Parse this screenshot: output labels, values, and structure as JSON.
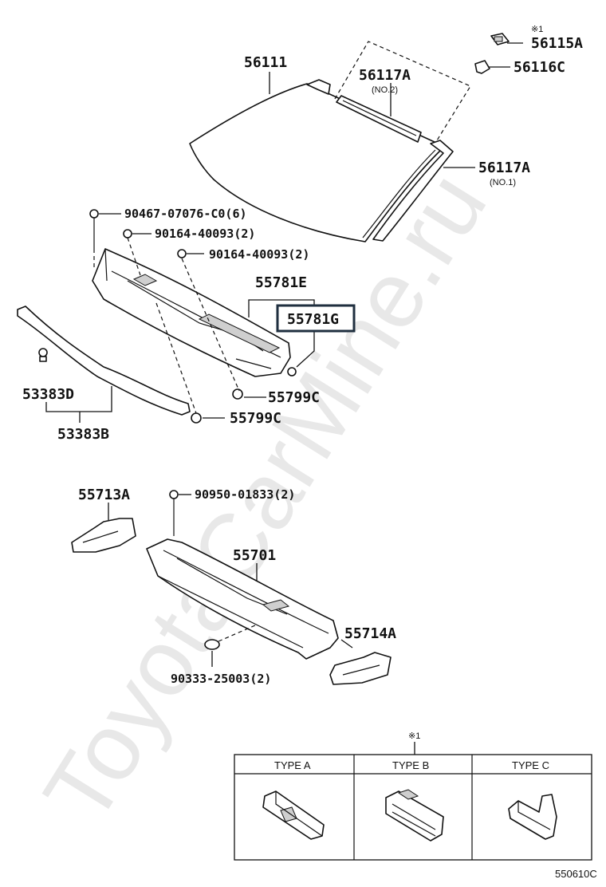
{
  "watermark": "ToyotaCarMine.ru",
  "parts": {
    "windshield": "56111",
    "molding_no2": "56117A",
    "molding_no2_note": "(NO.2)",
    "molding_no1": "56117A",
    "molding_no1_note": "(NO.1)",
    "clip_a": "56115A",
    "clip_a_mark": "※1",
    "clip_c": "56116C",
    "screw_1": "90467-07076-C0(6)",
    "bolt_1": "90164-40093(2)",
    "bolt_2": "90164-40093(2)",
    "louver_e": "55781E",
    "louver_g": "55781G",
    "clip_799c_1": "55799C",
    "clip_799c_2": "55799C",
    "seal_d": "53383D",
    "seal_b": "53383B",
    "ext_a": "55713A",
    "nut": "90950-01833(2)",
    "panel": "55701",
    "ext_b": "55714A",
    "plug": "90333-25003(2)"
  },
  "type_table": {
    "mark": "※1",
    "headers": [
      "TYPE A",
      "TYPE B",
      "TYPE C"
    ]
  },
  "diagram_code": "550610C"
}
